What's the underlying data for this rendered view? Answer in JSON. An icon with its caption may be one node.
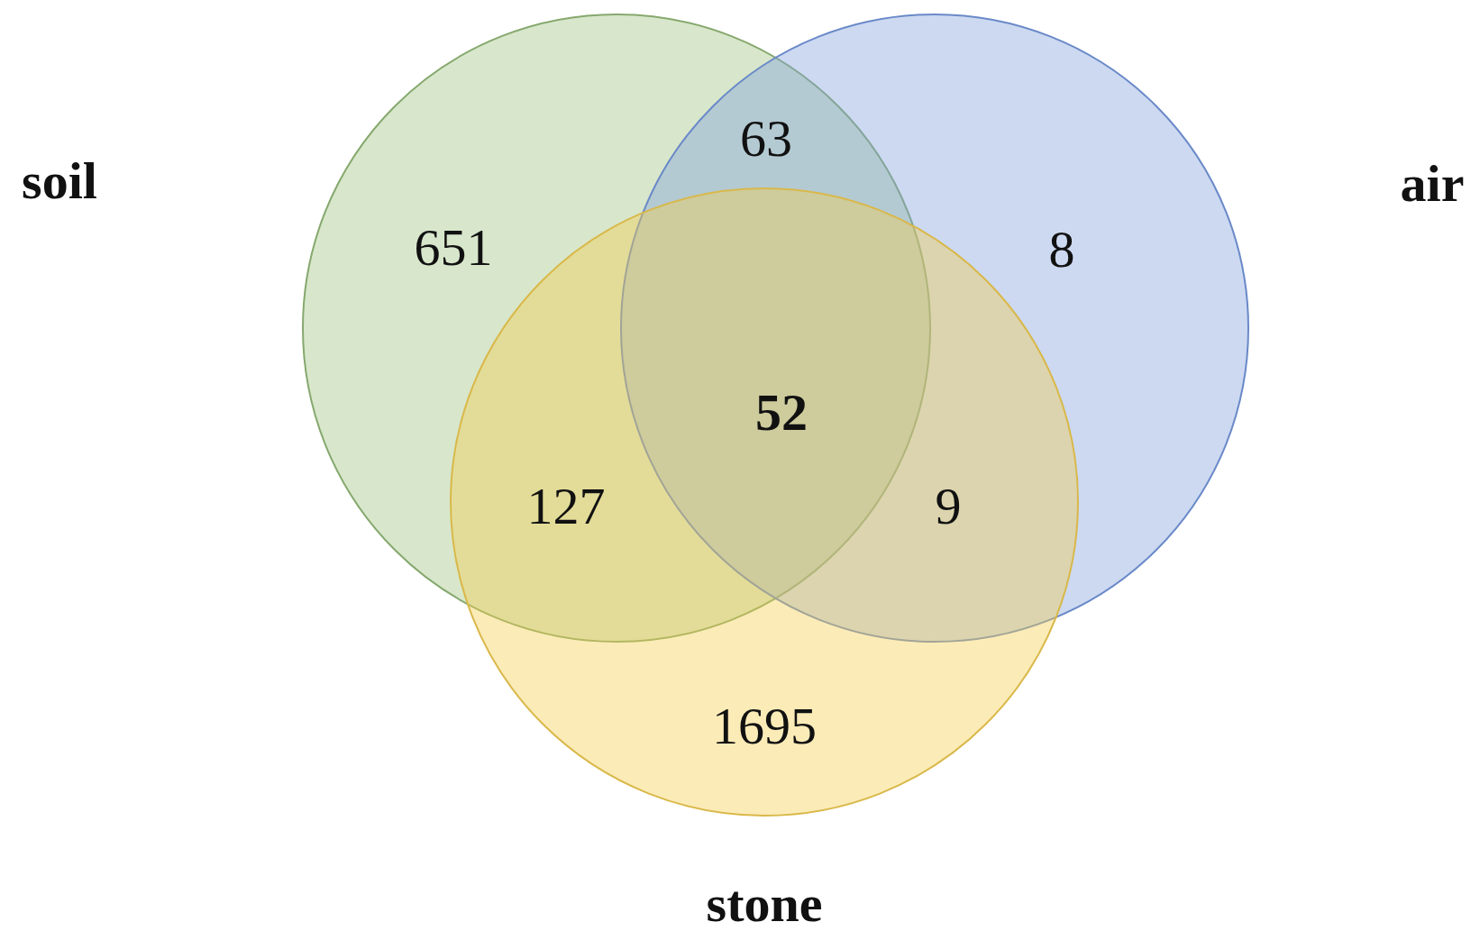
{
  "diagram": {
    "nodes": [
      {
        "text": [
          "soil"
        ]
      },
      {
        "text": [
          "air"
        ]
      },
      {
        "text": [
          "stone"
        ]
      }
    ],
    "labels": [
      "63",
      "651",
      "8",
      "52",
      "127",
      "9",
      "1695"
    ]
  }
}
